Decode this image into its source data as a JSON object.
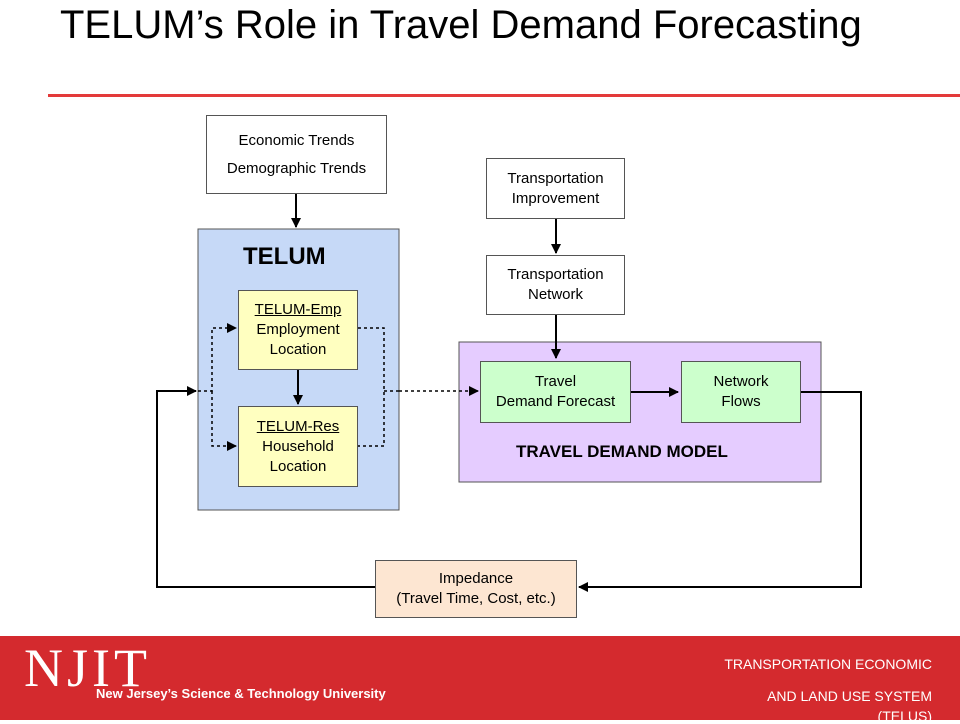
{
  "slide": {
    "title": "TELUM’s Role in Travel Demand Forecasting"
  },
  "diagram": {
    "trends": {
      "line1": "Economic Trends",
      "line2": "Demographic Trends"
    },
    "telum_label": "TELUM",
    "telum_emp": {
      "title": "TELUM-Emp",
      "line1": "Employment",
      "line2": "Location"
    },
    "telum_res": {
      "title": "TELUM-Res",
      "line1": "Household",
      "line2": "Location"
    },
    "transport_improvement": {
      "line1": "Transportation",
      "line2": "Improvement"
    },
    "transport_network": {
      "line1": "Transportation",
      "line2": "Network"
    },
    "travel_demand_forecast": {
      "line1": "Travel",
      "line2": "Demand Forecast"
    },
    "network_flows": {
      "line1": "Network",
      "line2": "Flows"
    },
    "tdm_label": "TRAVEL DEMAND MODEL",
    "impedance": {
      "line1": "Impedance",
      "line2": "(Travel Time, Cost, etc.)"
    }
  },
  "colors": {
    "telum_region": "#c6d9f7",
    "tdm_region": "#e5ccff",
    "footer": "#d42a2e",
    "title_rule": "#e33a3a"
  },
  "footer": {
    "logo": "NJIT",
    "logo_tagline": "New Jersey’s Science & Technology University",
    "line1": "TRANSPORTATION ECONOMIC",
    "line2": "AND LAND USE SYSTEM",
    "line3": "(TELUS)"
  }
}
